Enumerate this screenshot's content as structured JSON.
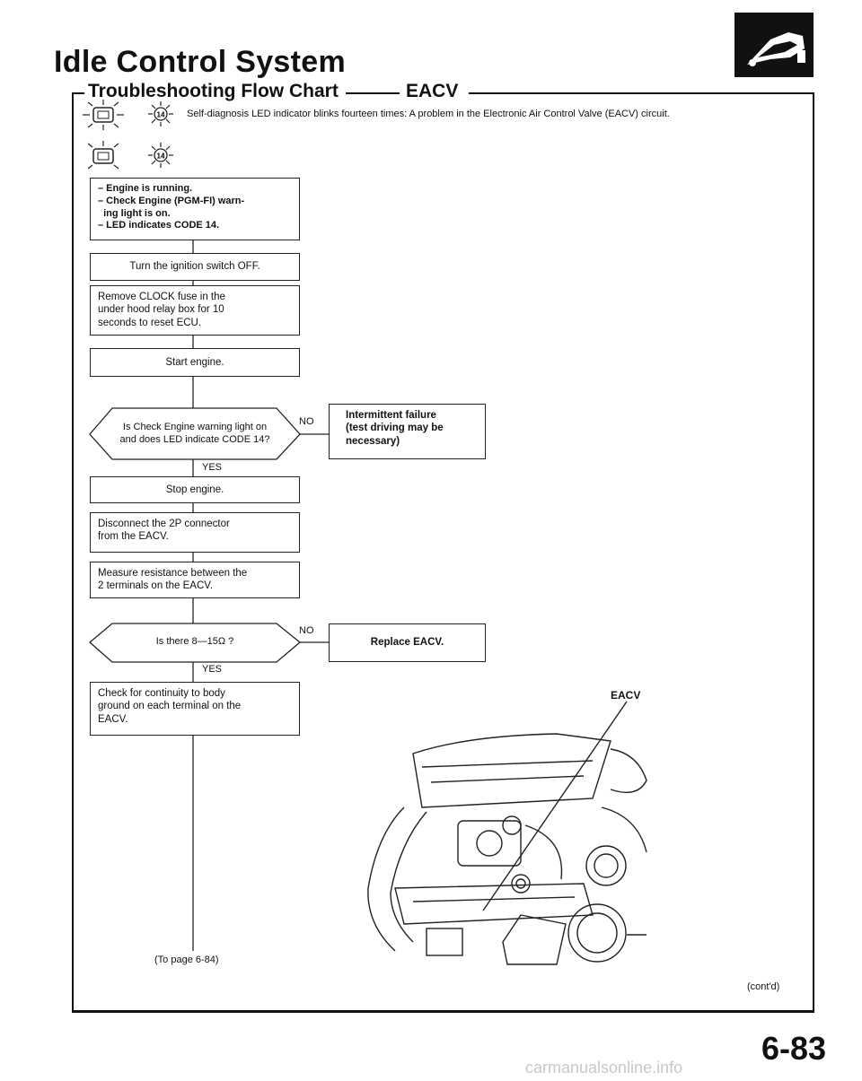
{
  "header": {
    "title": "Idle Control System",
    "subtitle": "Troubleshooting Flow Chart",
    "subtitle_part": "EACV"
  },
  "intro": {
    "code": "14",
    "description": "Self-diagnosis LED indicator blinks fourteen times: A problem in the Electronic Air Control Valve (EACV) circuit."
  },
  "flow": {
    "conditions": [
      "– Engine is running.",
      "– Check Engine (PGM-FI) warn-",
      "  ing light is on.",
      "– LED indicates CODE 14."
    ],
    "step_ignition_off": "Turn the ignition switch OFF.",
    "step_remove_fuse": [
      "Remove CLOCK fuse in the",
      "under hood relay box for 10",
      "seconds to reset ECU."
    ],
    "step_start_engine": "Start engine.",
    "decision_1": [
      "Is Check Engine warning light on",
      "and does LED indicate CODE 14?"
    ],
    "no_label_1": "NO",
    "yes_label_1": "YES",
    "intermittent": [
      "Intermittent failure",
      "(test driving may be",
      "necessary)"
    ],
    "step_stop_engine": "Stop engine.",
    "step_disconnect": [
      "Disconnect the 2P connector",
      "from the EACV."
    ],
    "step_measure": [
      "Measure resistance between the",
      "2 terminals on the EACV."
    ],
    "decision_2": "Is there 8—15Ω ?",
    "no_label_2": "NO",
    "yes_label_2": "YES",
    "replace": "Replace EACV.",
    "step_continuity": [
      "Check for continuity to body",
      "ground on each terminal on the",
      "EACV."
    ],
    "to_page": "(To page 6-84)"
  },
  "illustration": {
    "label": "EACV"
  },
  "footer": {
    "contd": "(cont'd)",
    "page_number": "6-83",
    "watermark": "carmanualsonline.info"
  }
}
